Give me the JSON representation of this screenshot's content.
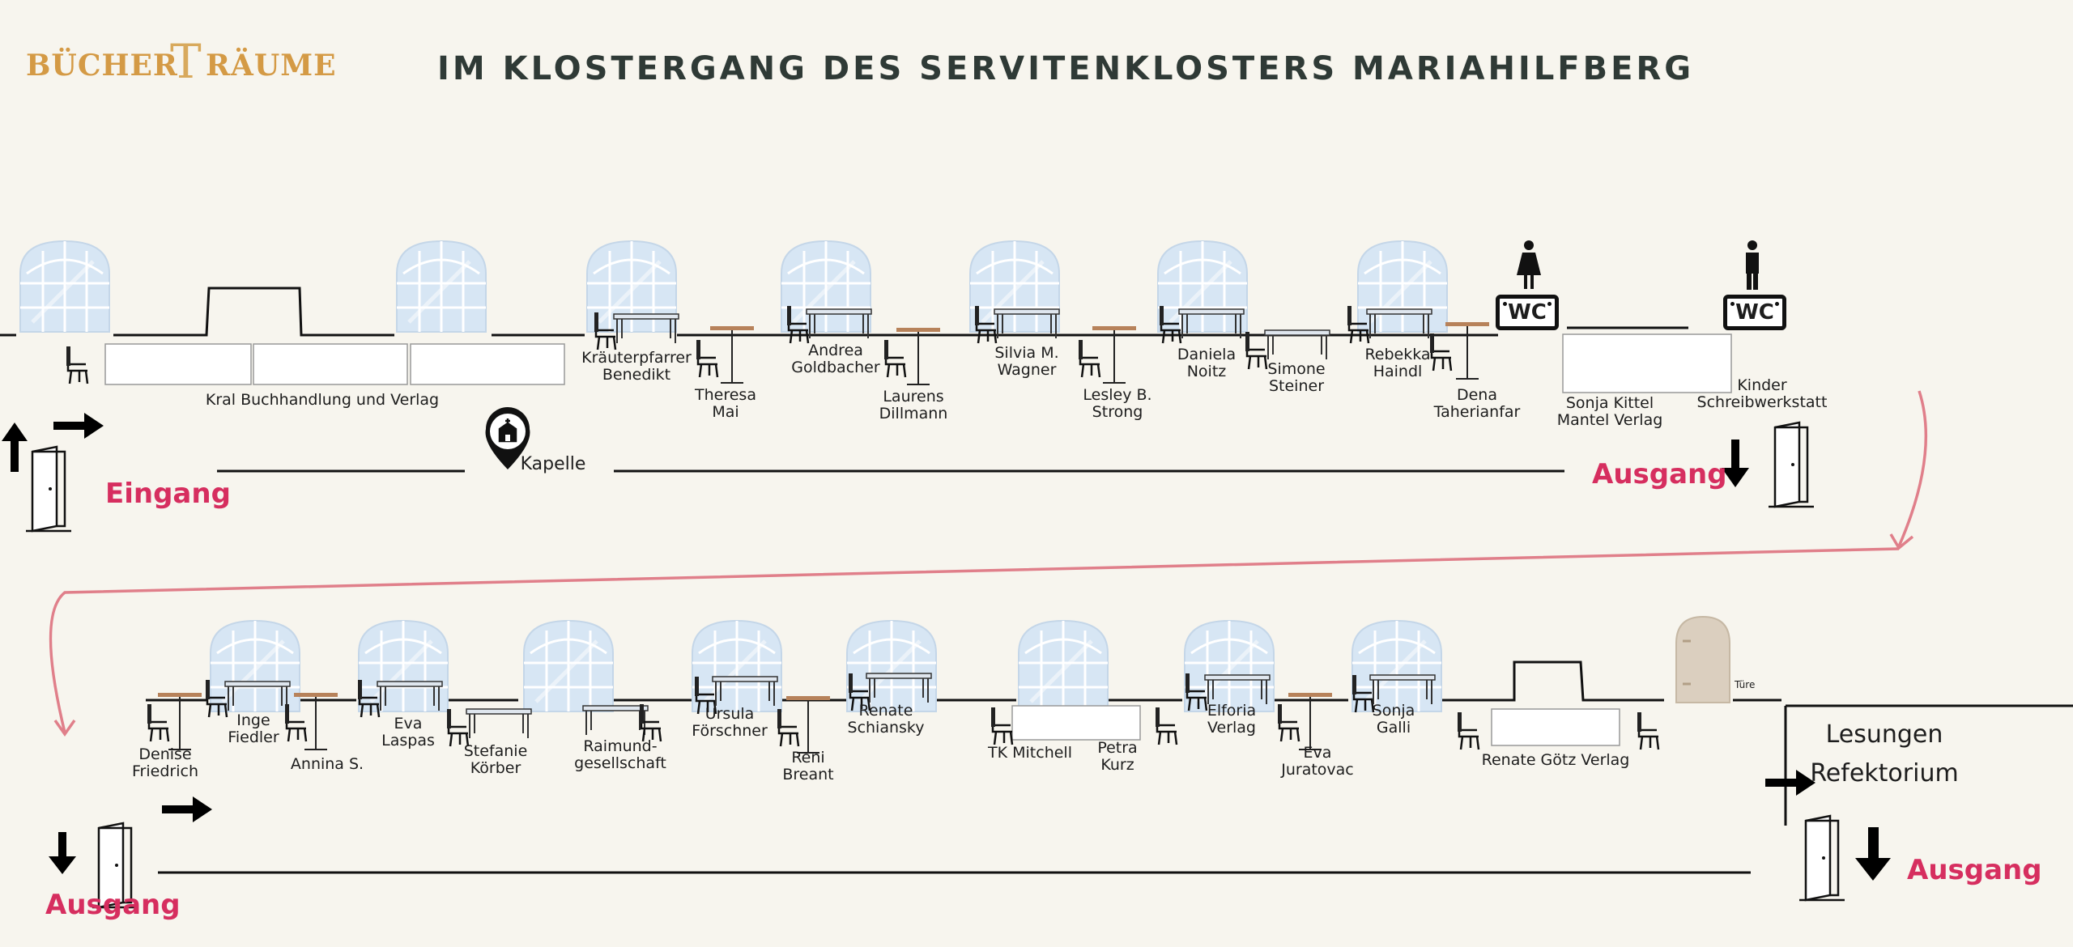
{
  "logo": {
    "left": "BÜCHER",
    "right": "RÄUME",
    "initial": "T"
  },
  "title": "IM KLOSTERGANG DES SERVITENKLOSTERS MARIAHILFBERG",
  "colors": {
    "background": "#f7f5ee",
    "exit": "#d62e5f",
    "flow_arrow": "#e07f8a",
    "window": "#d7e6f4",
    "table_wood": "#b7825a",
    "logo": "#d49a45"
  },
  "icons": [
    "window-icon",
    "chair-icon",
    "table-icon",
    "door-icon",
    "arrow-icon",
    "location-pin-church-icon",
    "woman-icon",
    "man-icon",
    "wc-sign-icon",
    "wooden-door-icon"
  ],
  "row1": {
    "vendors": [
      {
        "name": "Kral Buchhandlung und Verlag"
      },
      {
        "name": "Kräuterpfarrer\nBenedikt"
      },
      {
        "name": "Theresa\nMai"
      },
      {
        "name": "Andrea\nGoldbacher"
      },
      {
        "name": "Laurens\nDillmann"
      },
      {
        "name": "Silvia M.\nWagner"
      },
      {
        "name": "Lesley B.\nStrong"
      },
      {
        "name": "Daniela\nNoitz"
      },
      {
        "name": "Simone\nSteiner"
      },
      {
        "name": "Rebekka\nHaindl"
      },
      {
        "name": "Dena\nTaherianfar"
      },
      {
        "name": "Sonja Kittel\nMantel Verlag"
      },
      {
        "name": "Kinder\nSchreibwerkstatt"
      }
    ],
    "chapel": "Kapelle",
    "entrance": "Eingang",
    "exit": "Ausgang",
    "wc": [
      "WC",
      "WC"
    ]
  },
  "row2": {
    "vendors": [
      {
        "name": "Denise\nFriedrich"
      },
      {
        "name": "Inge\nFiedler"
      },
      {
        "name": "Annina S."
      },
      {
        "name": "Eva\nLaspas"
      },
      {
        "name": "Stefanie\nKörber"
      },
      {
        "name": "Raimund-\ngesellschaft"
      },
      {
        "name": "Ursula\nFörschner"
      },
      {
        "name": "Reni\nBreant"
      },
      {
        "name": "Renate\nSchiansky"
      },
      {
        "name": "TK Mitchell"
      },
      {
        "name": "Petra\nKurz"
      },
      {
        "name": "Elforia\nVerlag"
      },
      {
        "name": "Eva\nJuratovac"
      },
      {
        "name": "Sonja\nGalli"
      },
      {
        "name": "Renate Götz Verlag"
      }
    ],
    "door_label": "Türe",
    "refectory": "Lesungen\nRefektorium",
    "exit_left": "Ausgang",
    "exit_right": "Ausgang"
  }
}
